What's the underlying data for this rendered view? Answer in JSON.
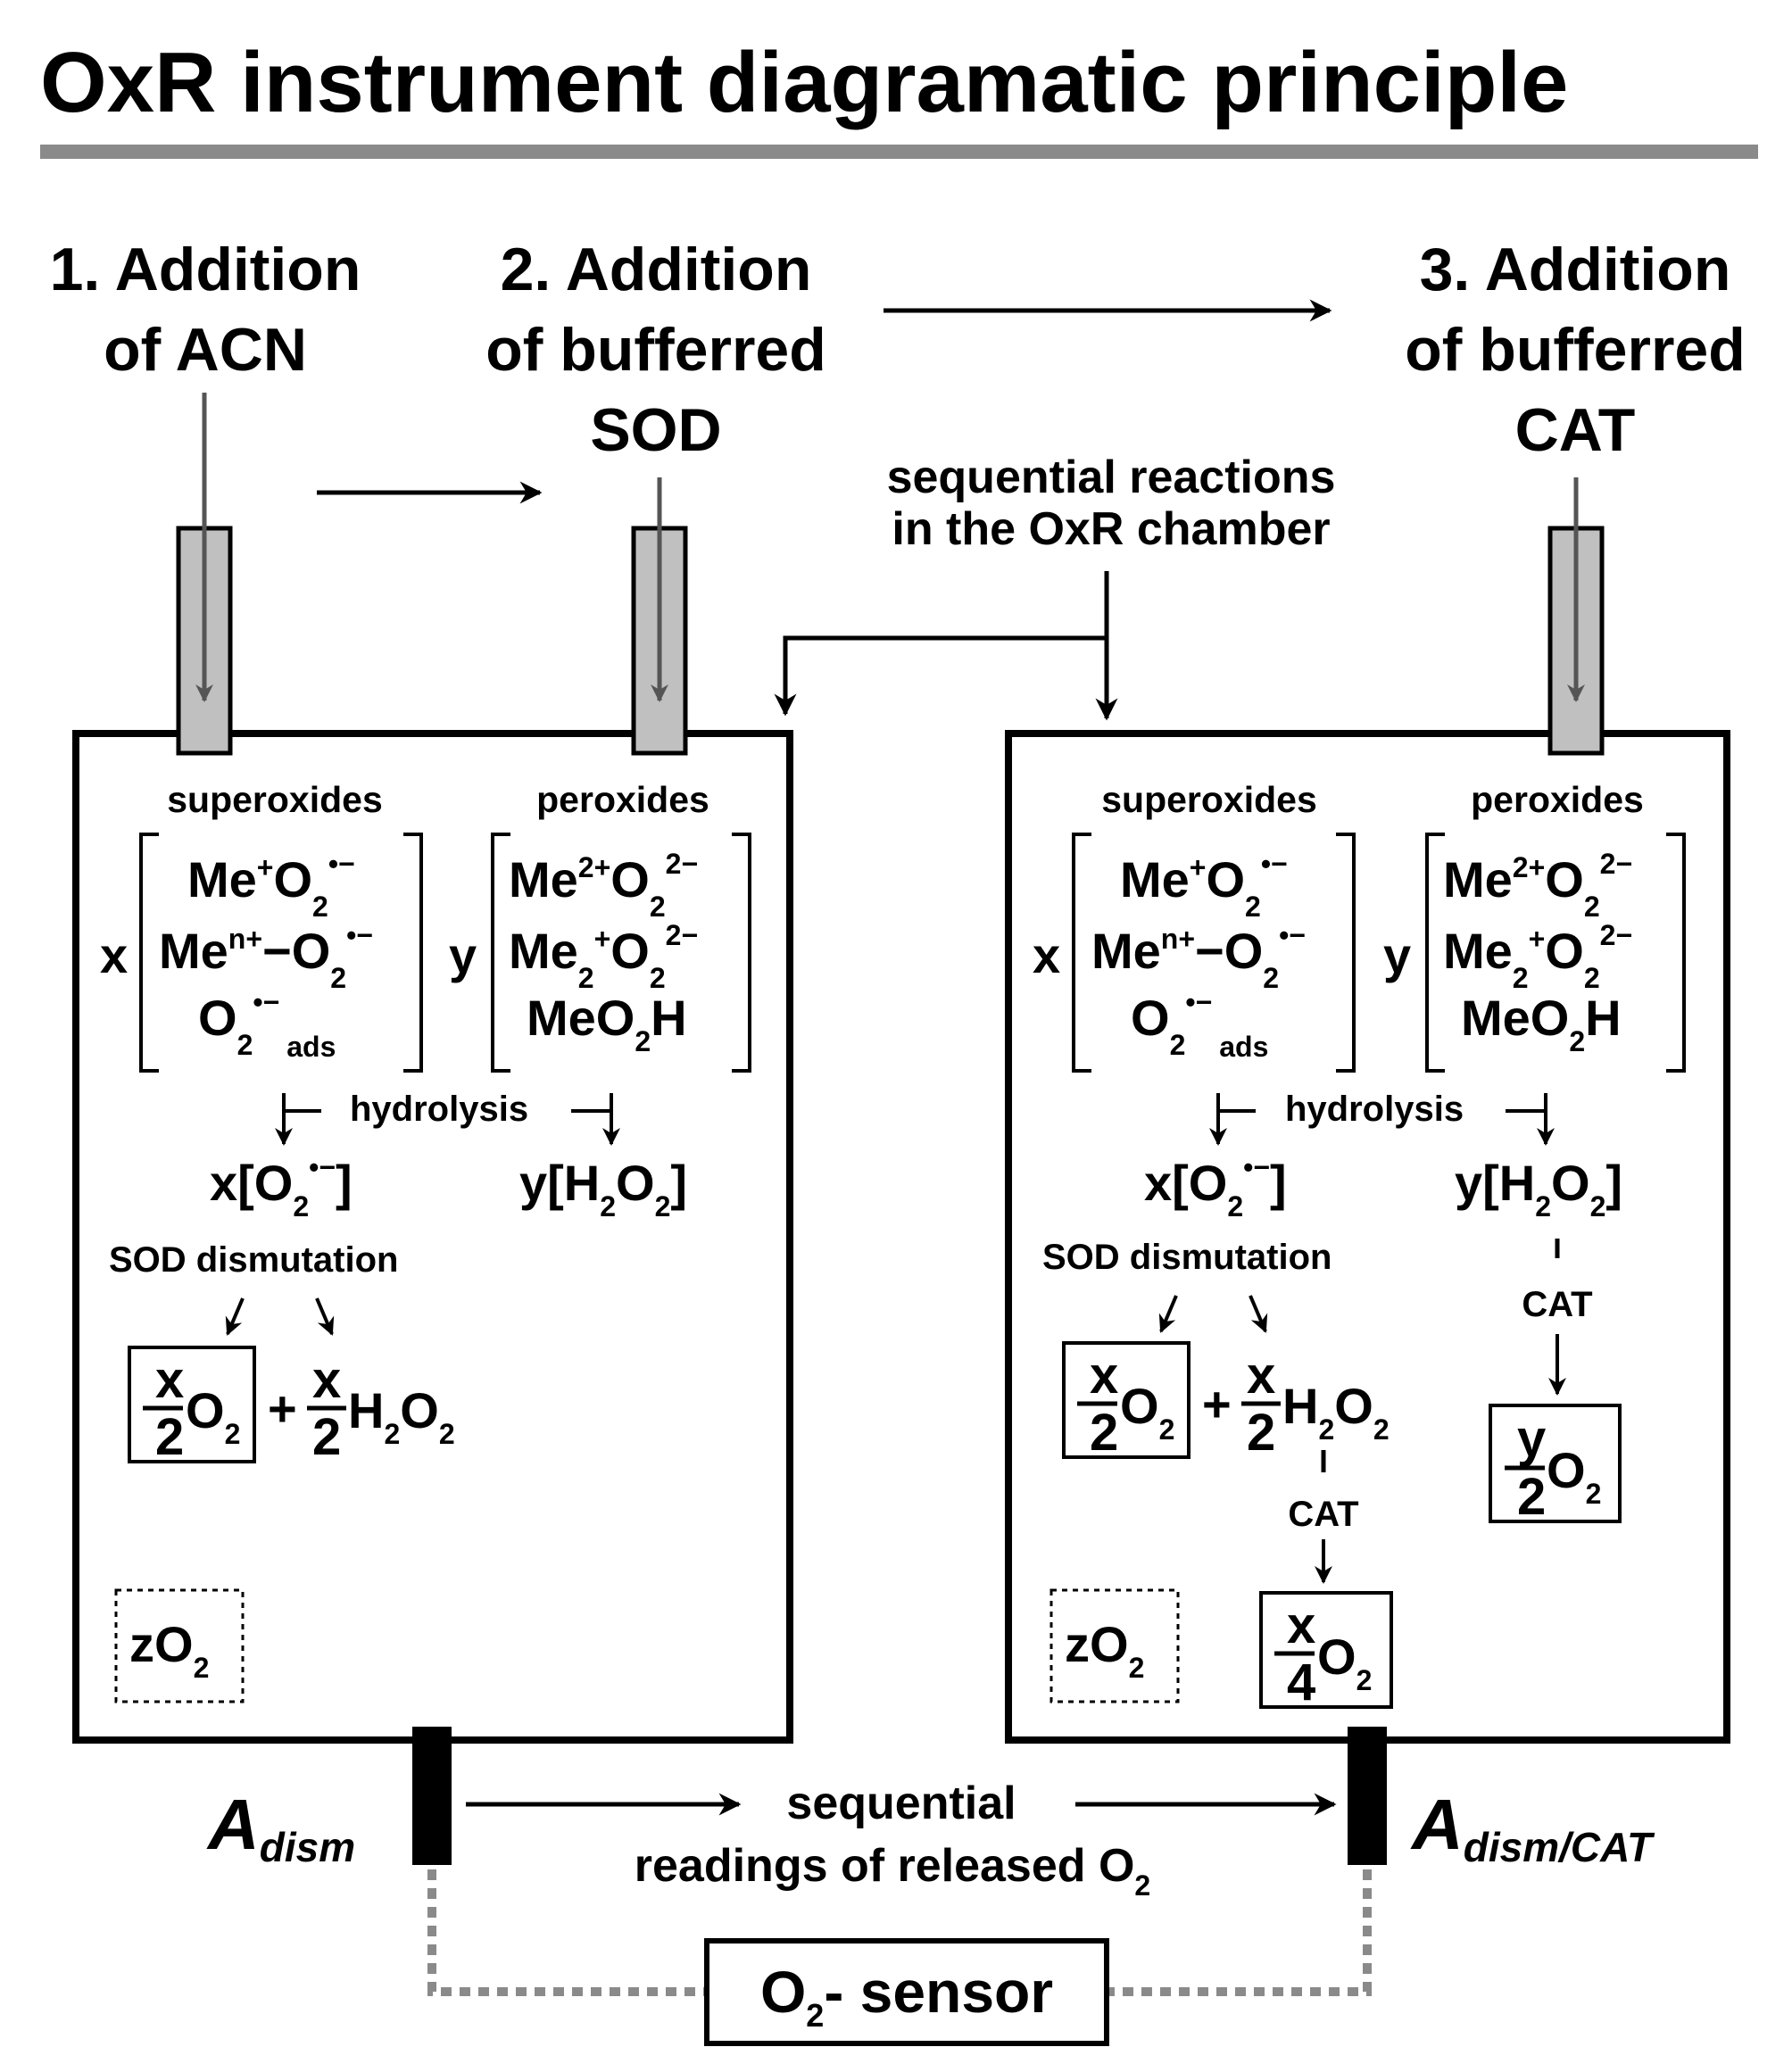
{
  "title": "OxR instrument diagramatic principle",
  "colors": {
    "rule": "#8a8a8a",
    "injector": "#c0c0c0",
    "injector_arrow": "#555555",
    "connector": "#8a8a8a",
    "ink": "#000000"
  },
  "steps": {
    "s1": {
      "line1": "1. Addition",
      "line2": "of ACN"
    },
    "s2": {
      "line1": "2. Addition",
      "line2": "of bufferred",
      "line3": "SOD"
    },
    "s3": {
      "line1": "3. Addition",
      "line2": "of bufferred",
      "line3": "CAT"
    }
  },
  "sequential_reactions": {
    "line1": "sequential reactions",
    "line2": "in the OxR chamber"
  },
  "chamber": {
    "superoxides": "superoxides",
    "peroxides": "peroxides",
    "x": "x",
    "y": "y",
    "me_plus": "Me",
    "me_n": "Me",
    "me2": "Me",
    "o2": "O",
    "meo2h_a": "MeO",
    "meo2h_b": "H",
    "ads": "ads",
    "hydrolysis": "hydrolysis",
    "x_bracket_a": "x[O",
    "x_bracket_b": "]",
    "y_bracket_a": "y[H",
    "y_bracket_b": "O",
    "y_bracket_c": "]",
    "sod_dismutation": "SOD dismutation",
    "frac_x": "x",
    "frac_y": "y",
    "frac_2": "2",
    "frac_4": "4",
    "plus": "+",
    "h2o2_a": "H",
    "h2o2_b": "O",
    "cat": "CAT",
    "z": "zO"
  },
  "bottom": {
    "a": "A",
    "a_left_sub": "dism",
    "a_right_sub": "dism/CAT",
    "readings_line1": "sequential",
    "readings_line2": "readings of released O",
    "sensor": "O",
    "sensor_suffix": "- sensor"
  },
  "scripts": {
    "two": "2",
    "plus": "+",
    "nplus": "n+",
    "twoplus": "2+",
    "twominus": "2−",
    "radical": "•−"
  }
}
